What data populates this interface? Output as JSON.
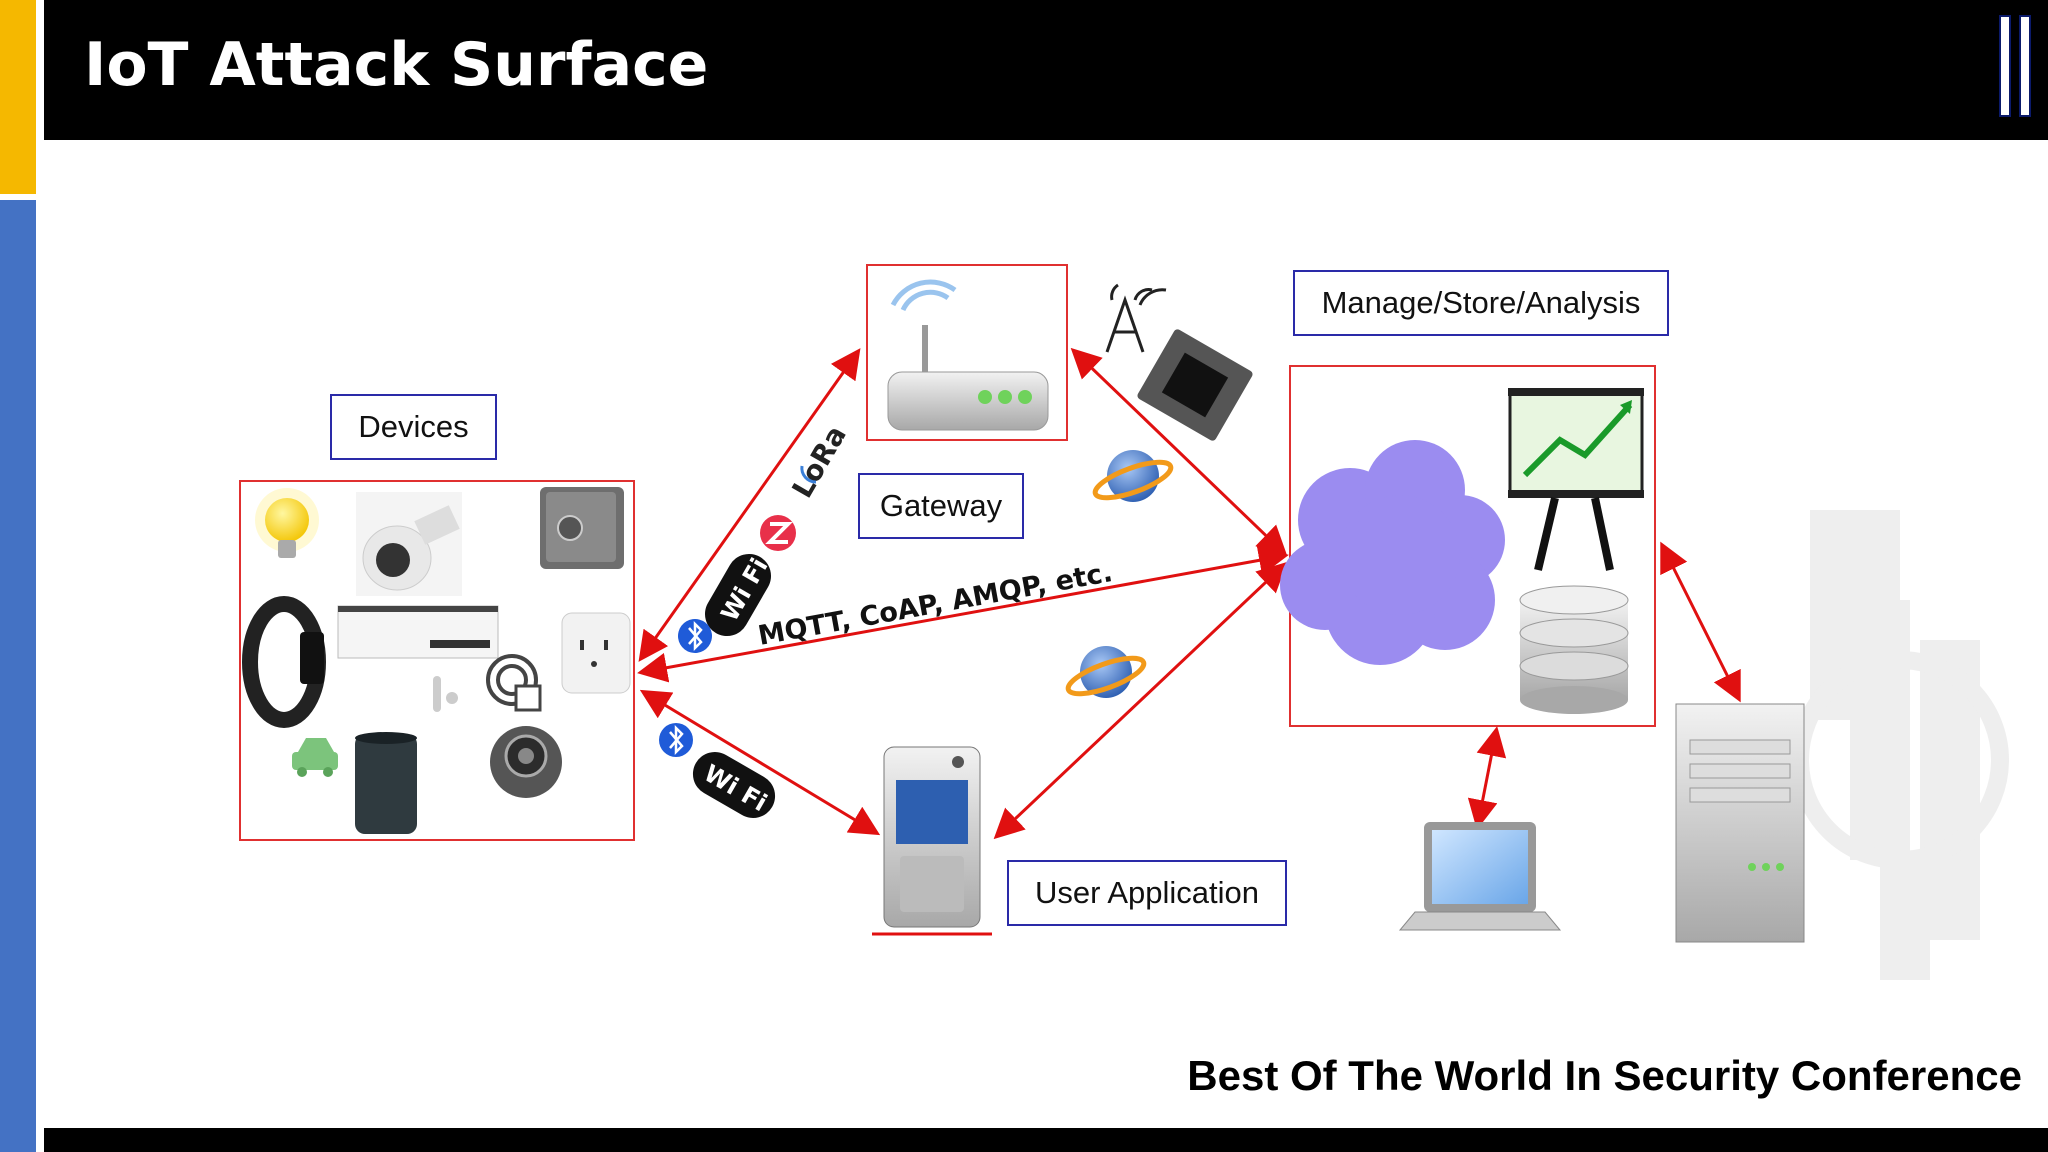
{
  "slide": {
    "title": "IoT Attack Surface",
    "footer": "Best Of The World In Security Conference"
  },
  "labels": {
    "devices": "Devices",
    "gateway": "Gateway",
    "manage": "Manage/Store/Analysis",
    "user_app": "User Application",
    "protocols": "MQTT, CoAP, AMQP, etc.",
    "lora": "LoRa",
    "wifi": "Wi Fi"
  },
  "colors": {
    "accent_yellow": "#f5b800",
    "accent_blue": "#4472c4",
    "arrow_red": "#e01010",
    "box_blue": "#2a2aa8",
    "cloud": "#9b8cf0"
  },
  "icons": [
    "light-bulb-icon",
    "security-camera-icon",
    "safe-icon",
    "fitness-band-icon",
    "air-conditioner-icon",
    "smart-plug-icon",
    "sensor-icon",
    "car-icon",
    "smart-speaker-icon",
    "robot-vacuum-icon",
    "router-icon",
    "antenna-tower-icon",
    "ethernet-port-icon",
    "globe-icon",
    "cloud-icon",
    "chart-board-icon",
    "database-icon",
    "mobile-phone-icon",
    "laptop-icon",
    "server-icon",
    "bluetooth-icon",
    "zigbee-icon"
  ]
}
